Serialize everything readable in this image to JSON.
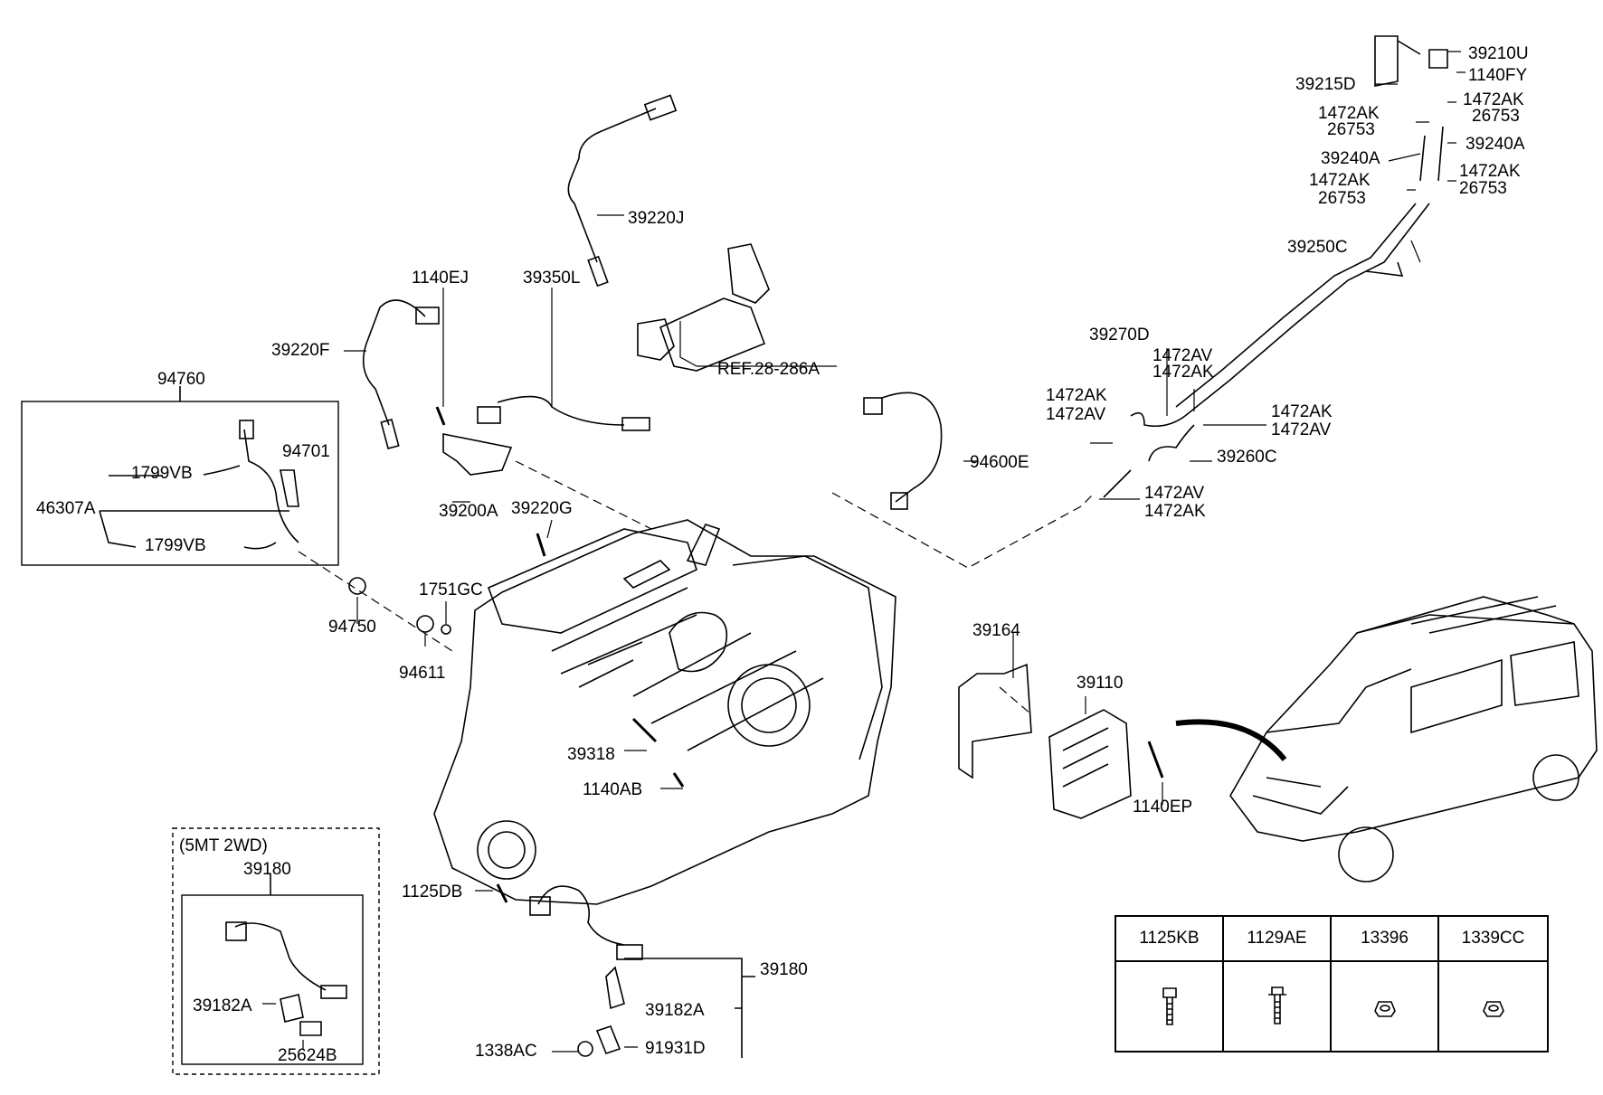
{
  "labels": {
    "p39210U": "39210U",
    "p1140FY": "1140FY",
    "p39215D": "39215D",
    "p1472AK_a": "1472AK",
    "p26753_a": "26753",
    "p1472AK_b": "1472AK",
    "p26753_b": "26753",
    "p39240A_r": "39240A",
    "p39240A_l": "39240A",
    "p1472AK_c": "1472AK",
    "p26753_c": "26753",
    "p1472AK_d": "1472AK",
    "p26753_d": "26753",
    "p39250C": "39250C",
    "p39220J": "39220J",
    "pREF": "REF.28-286A",
    "p39270D": "39270D",
    "p1472AV_a": "1472AV",
    "p1472AK_e": "1472AK",
    "p1472AK_f": "1472AK",
    "p1472AV_b": "1472AV",
    "p1472AK_g": "1472AK",
    "p1472AV_c": "1472AV",
    "p39260C": "39260C",
    "p1472AV_d": "1472AV",
    "p1472AK_h": "1472AK",
    "p39220F": "39220F",
    "p1140EJ": "1140EJ",
    "p39350L": "39350L",
    "p94600E": "94600E",
    "p94760": "94760",
    "p94701": "94701",
    "p1799VB_a": "1799VB",
    "p46307A": "46307A",
    "p1799VB_b": "1799VB",
    "p39200A": "39200A",
    "p39220G": "39220G",
    "p94750": "94750",
    "p1751GC": "1751GC",
    "p94611": "94611",
    "p39164": "39164",
    "p39110": "39110",
    "p39318": "39318",
    "p1140AB": "1140AB",
    "p1140EP": "1140EP",
    "p5MT": "(5MT 2WD)",
    "p39180_box": "39180",
    "p39182A_box": "39182A",
    "p25624B": "25624B",
    "p1125DB": "1125DB",
    "p39180": "39180",
    "p39182A": "39182A",
    "p1338AC": "1338AC",
    "p91931D": "91931D"
  },
  "parts_table": {
    "headers": [
      "1125KB",
      "1129AE",
      "13396",
      "1339CC"
    ],
    "icons": [
      "bolt-icon",
      "flange-bolt-icon",
      "nut-icon",
      "nut-icon"
    ]
  },
  "colors": {
    "line": "#000000",
    "background": "#ffffff"
  }
}
